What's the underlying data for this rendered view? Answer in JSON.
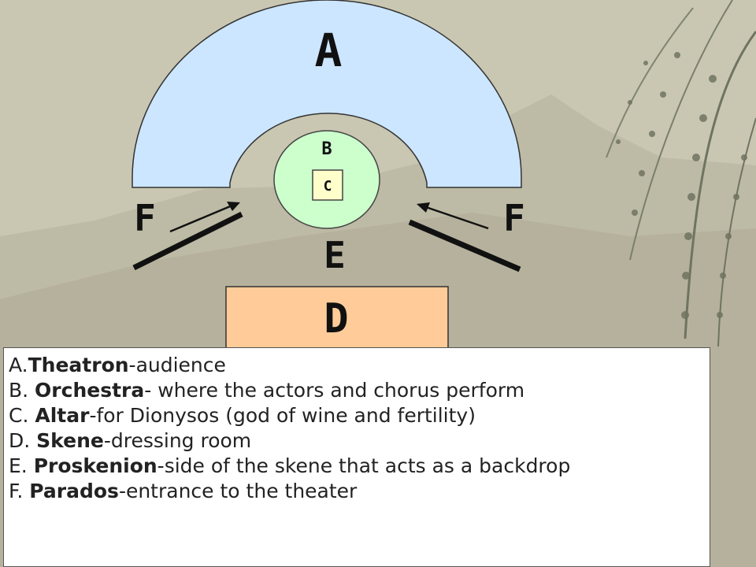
{
  "diagram": {
    "labels": {
      "a": "A",
      "b": "B",
      "c": "C",
      "d": "D",
      "e": "E",
      "f_left": "F",
      "f_right": "F"
    }
  },
  "legend": [
    {
      "letter": "A.",
      "term": "Theatron",
      "desc": "-audience"
    },
    {
      "letter": "B. ",
      "term": "Orchestra",
      "desc": "- where the actors and chorus perform"
    },
    {
      "letter": "C. ",
      "term": "Altar",
      "desc": "-for Dionysos (god of wine and fertility)"
    },
    {
      "letter": "D. ",
      "term": "Skene",
      "desc": "-dressing room"
    },
    {
      "letter": "E. ",
      "term": "Proskenion",
      "desc": "-side of the skene that acts as a backdrop"
    },
    {
      "letter": "F. ",
      "term": "Parados",
      "desc": "-entrance to the theater"
    }
  ],
  "colors": {
    "theatron": "#cce6ff",
    "orchestra": "#ccffcc",
    "altar": "#ffffcc",
    "skene": "#ffcc99",
    "background": "#c9c6b2"
  }
}
